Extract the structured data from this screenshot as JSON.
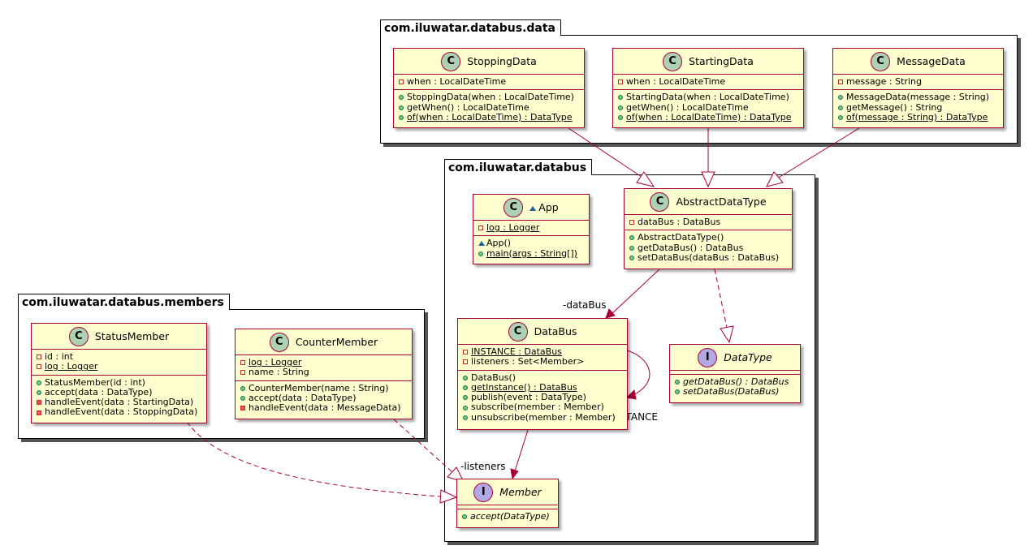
{
  "packages": {
    "data": {
      "name": "com.iluwatar.databus.data"
    },
    "core": {
      "name": "com.iluwatar.databus"
    },
    "members": {
      "name": "com.iluwatar.databus.members"
    }
  },
  "classes": {
    "stopping": {
      "name": "StoppingData",
      "fields": [
        "when : LocalDateTime"
      ],
      "methods": [
        "StoppingData(when : LocalDateTime)",
        "getWhen() : LocalDateTime",
        "of(when : LocalDateTime) : DataType"
      ]
    },
    "starting": {
      "name": "StartingData",
      "fields": [
        "when : LocalDateTime"
      ],
      "methods": [
        "StartingData(when : LocalDateTime)",
        "getWhen() : LocalDateTime",
        "of(when : LocalDateTime) : DataType"
      ]
    },
    "message": {
      "name": "MessageData",
      "fields": [
        "message : String"
      ],
      "methods": [
        "MessageData(message : String)",
        "getMessage() : String",
        "of(message : String) : DataType"
      ]
    },
    "app": {
      "name": "App",
      "fields": [
        "log : Logger"
      ],
      "methods": [
        "App()",
        "main(args : String[])"
      ]
    },
    "abstract": {
      "name": "AbstractDataType",
      "fields": [
        "dataBus : DataBus"
      ],
      "methods": [
        "AbstractDataType()",
        "getDataBus() : DataBus",
        "setDataBus(dataBus : DataBus)"
      ]
    },
    "databus": {
      "name": "DataBus",
      "fields": [
        "INSTANCE : DataBus",
        "listeners : Set<Member>"
      ],
      "methods": [
        "DataBus()",
        "getInstance() : DataBus",
        "publish(event : DataType)",
        "subscribe(member : Member)",
        "unsubscribe(member : Member)"
      ]
    },
    "datatype": {
      "name": "DataType",
      "methods": [
        "getDataBus() : DataBus",
        "setDataBus(DataBus)"
      ]
    },
    "member": {
      "name": "Member",
      "methods": [
        "accept(DataType)"
      ]
    },
    "status": {
      "name": "StatusMember",
      "fields": [
        "id : int",
        "log : Logger"
      ],
      "methods": [
        "StatusMember(id : int)",
        "accept(data : DataType)",
        "handleEvent(data : StartingData)",
        "handleEvent(data : StoppingData)"
      ]
    },
    "counter": {
      "name": "CounterMember",
      "fields": [
        "log : Logger",
        "name : String"
      ],
      "methods": [
        "CounterMember(name : String)",
        "accept(data : DataType)",
        "handleEvent(data : MessageData)"
      ]
    }
  },
  "labels": {
    "databus": "-dataBus",
    "instance": "-INSTANCE",
    "listeners": "-listeners"
  },
  "stereotypes": {
    "class": "C",
    "interface": "I"
  },
  "colors": {
    "class_fill": "#fefece",
    "border": "#a80036",
    "class_icon": "#add1b2",
    "interface_icon": "#b4a7e5"
  }
}
